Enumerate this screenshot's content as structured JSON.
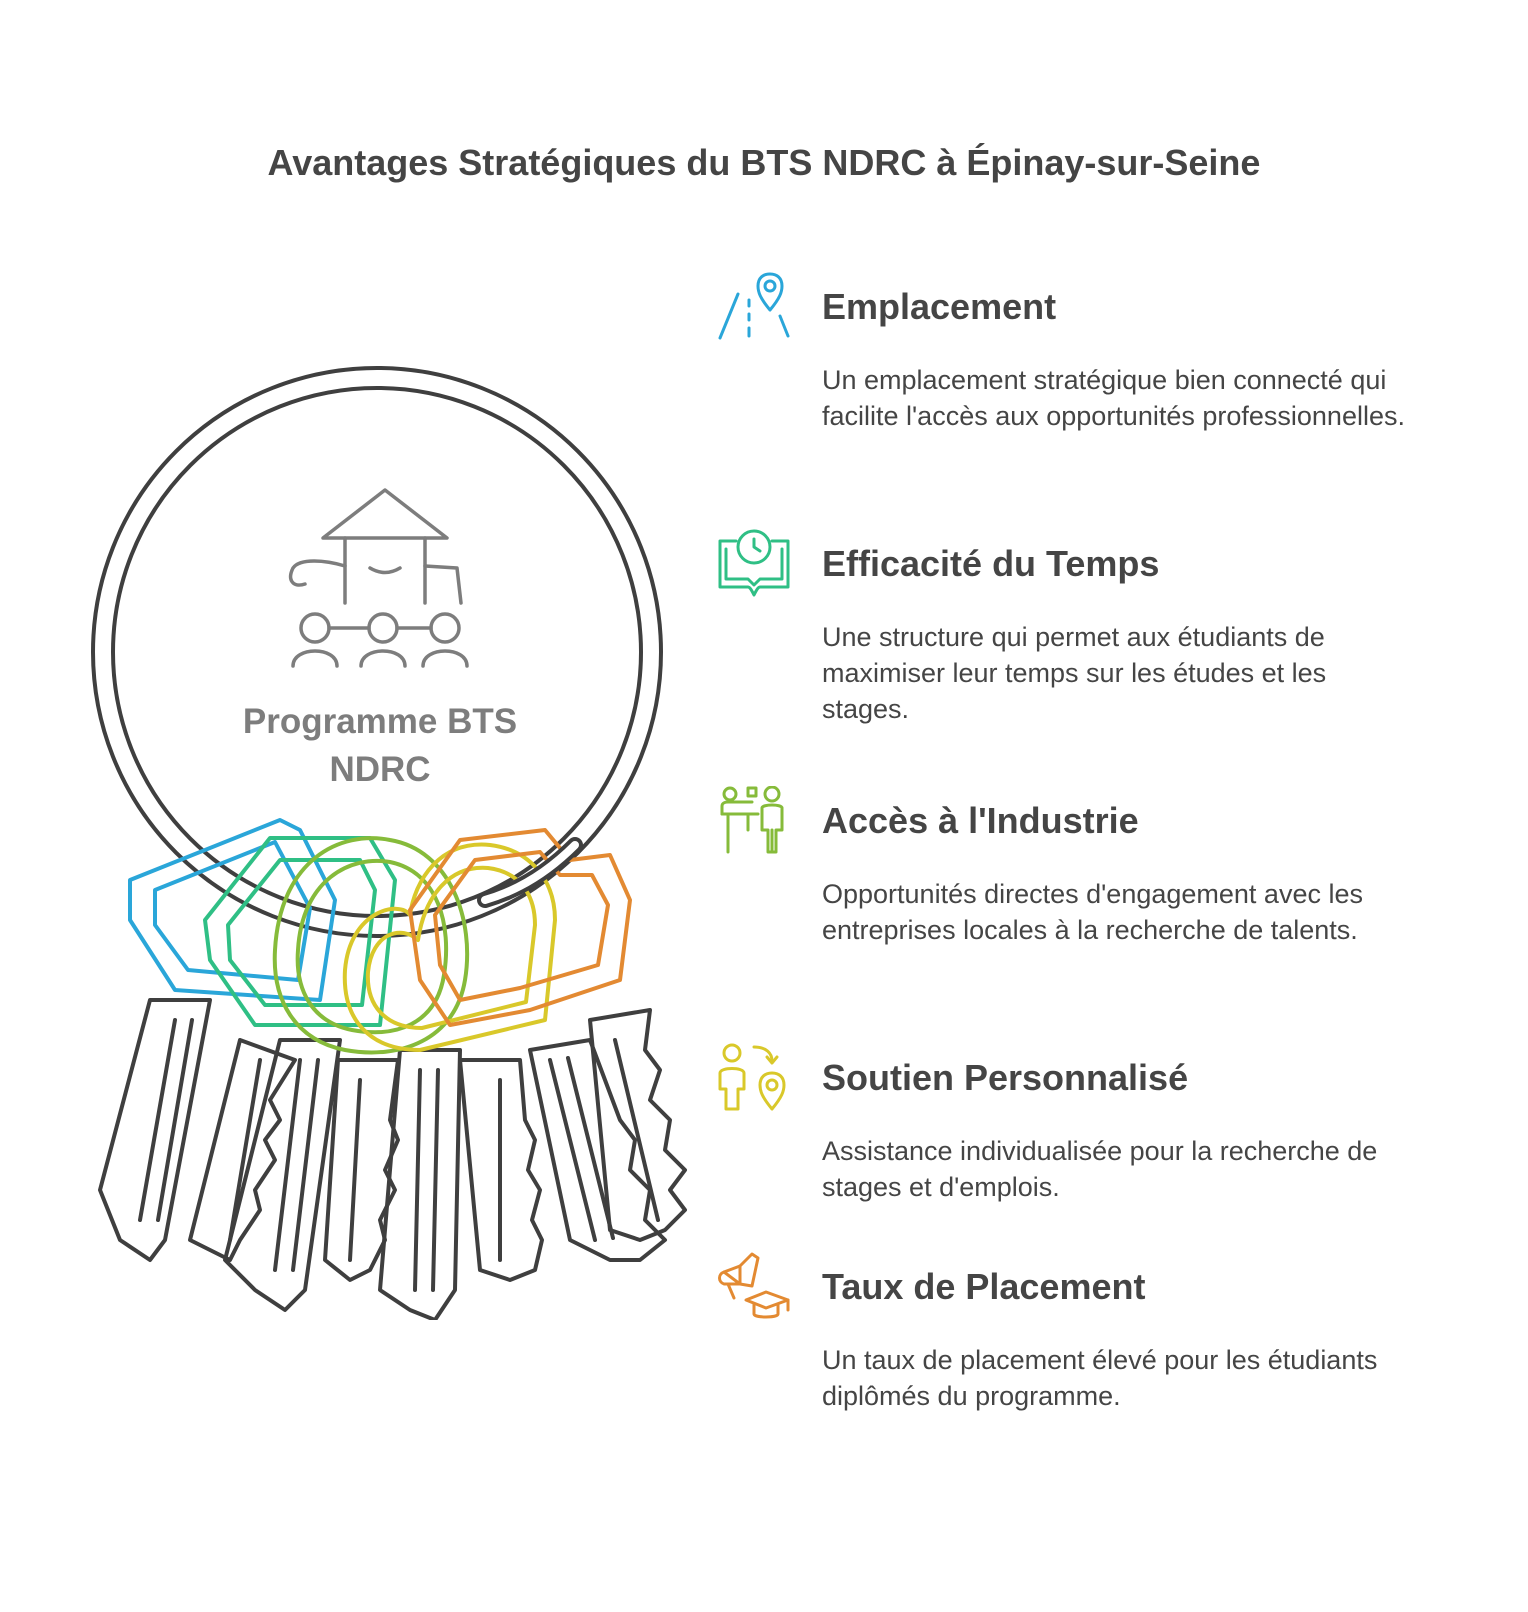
{
  "title": "Avantages Stratégiques du BTS NDRC à Épinay-sur-Seine",
  "hub": {
    "label": "Programme BTS NDRC",
    "icon": "teacher-students-icon"
  },
  "colors": {
    "blue": "#2aa6d9",
    "teal": "#2fbf85",
    "green": "#86bb3a",
    "yellow": "#d9c82a",
    "orange": "#e38a32",
    "outline": "#3f3f3f",
    "text": "#454545",
    "hub_text": "#7d7d7d"
  },
  "items": [
    {
      "title": "Emplacement",
      "description": "Un emplacement stratégique bien connecté qui facilite l'accès aux opportunités professionnelles.",
      "icon": "road-location-pin-icon",
      "color": "#2aa6d9"
    },
    {
      "title": "Efficacité du Temps",
      "description": "Une structure qui permet aux étudiants de maximiser leur temps sur les études et les stages.",
      "icon": "book-clock-icon",
      "color": "#2fbf85"
    },
    {
      "title": "Accès à l'Industrie",
      "description": "Opportunités directes d'engagement avec les entreprises locales à la recherche de talents.",
      "icon": "presenter-audience-icon",
      "color": "#86bb3a"
    },
    {
      "title": "Soutien Personnalisé",
      "description": "Assistance individualisée pour la recherche de stages et d'emplois.",
      "icon": "person-guidance-pin-icon",
      "color": "#d9c82a"
    },
    {
      "title": "Taux de Placement",
      "description": "Un taux de placement élevé pour les étudiants diplômés du programme.",
      "icon": "megaphone-graduation-cap-icon",
      "color": "#e38a32"
    }
  ]
}
